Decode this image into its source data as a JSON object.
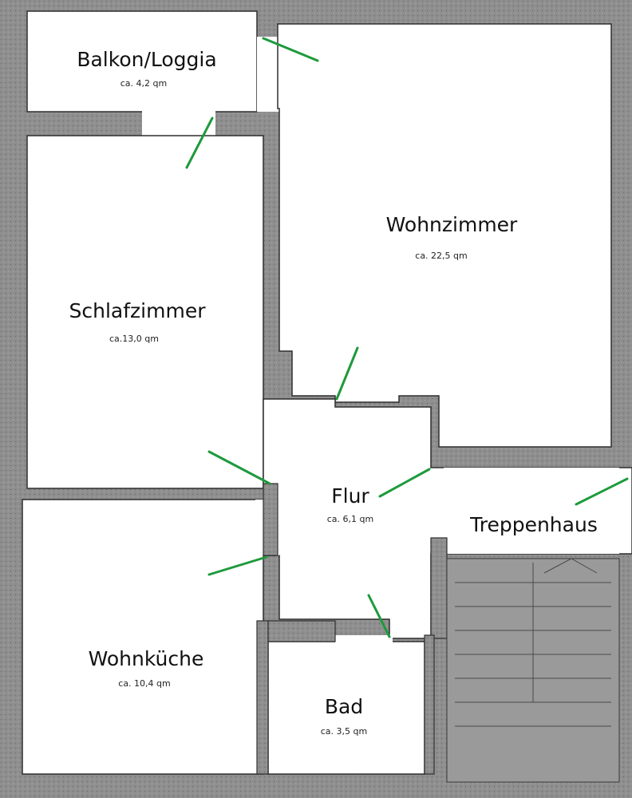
{
  "colors": {
    "wall": "#8a8a8a",
    "wall_edge": "#2e2e2e",
    "floor": "#ffffff",
    "door_swing": "#1e9a3c"
  },
  "rooms": {
    "balkon": {
      "name": "Balkon/Loggia",
      "area": "ca. 4,2 qm"
    },
    "wohnzimmer": {
      "name": "Wohnzimmer",
      "area": "ca. 22,5 qm"
    },
    "schlafzimmer": {
      "name": "Schlafzimmer",
      "area": "ca.13,0 qm"
    },
    "flur": {
      "name": "Flur",
      "area": "ca. 6,1 qm"
    },
    "treppenhaus": {
      "name": "Treppenhaus"
    },
    "wohnkueche": {
      "name": "Wohnküche",
      "area": "ca. 10,4 qm"
    },
    "bad": {
      "name": "Bad",
      "area": "ca. 3,5 qm"
    }
  }
}
